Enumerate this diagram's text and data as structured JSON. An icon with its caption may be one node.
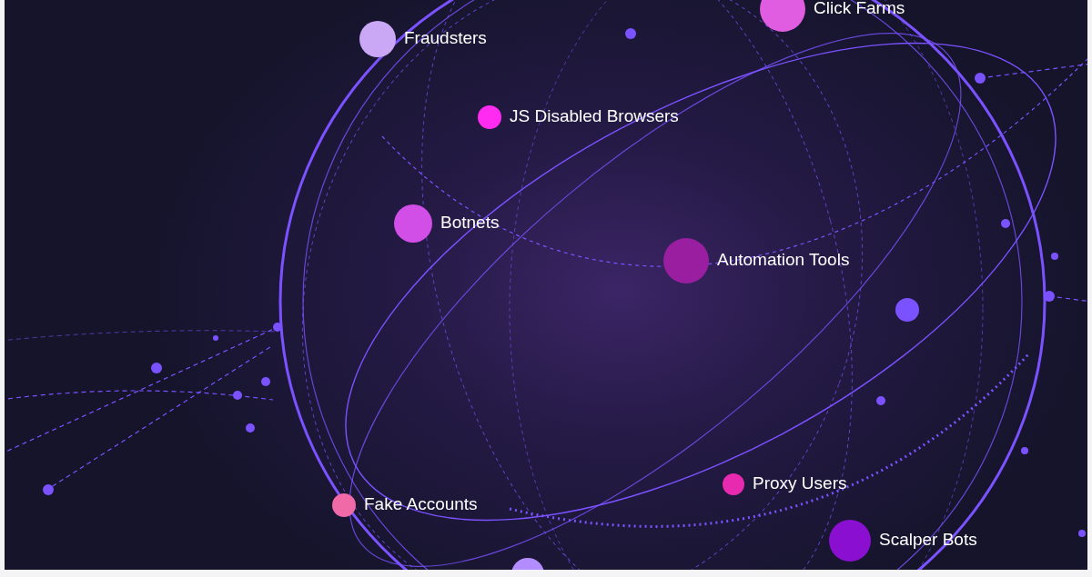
{
  "diagram": {
    "nodes": [
      {
        "text": [],
        "shape": "circle",
        "beside": [
          "Click Farms"
        ]
      },
      {
        "text": [],
        "shape": "circle",
        "beside": [
          "Fraudsters"
        ]
      },
      {
        "text": [],
        "shape": "circle",
        "beside": [
          "JS Disabled Browsers"
        ]
      },
      {
        "text": [],
        "shape": "circle",
        "beside": [
          "Botnets"
        ]
      },
      {
        "text": [],
        "shape": "circle",
        "beside": [
          "Automation Tools"
        ]
      },
      {
        "text": [],
        "shape": "circle",
        "beside": [
          "Proxy Users"
        ]
      },
      {
        "text": [],
        "shape": "circle",
        "beside": [
          "Fake Accounts"
        ]
      },
      {
        "text": [],
        "shape": "circle",
        "beside": [
          "Scalper Bots"
        ]
      }
    ]
  }
}
